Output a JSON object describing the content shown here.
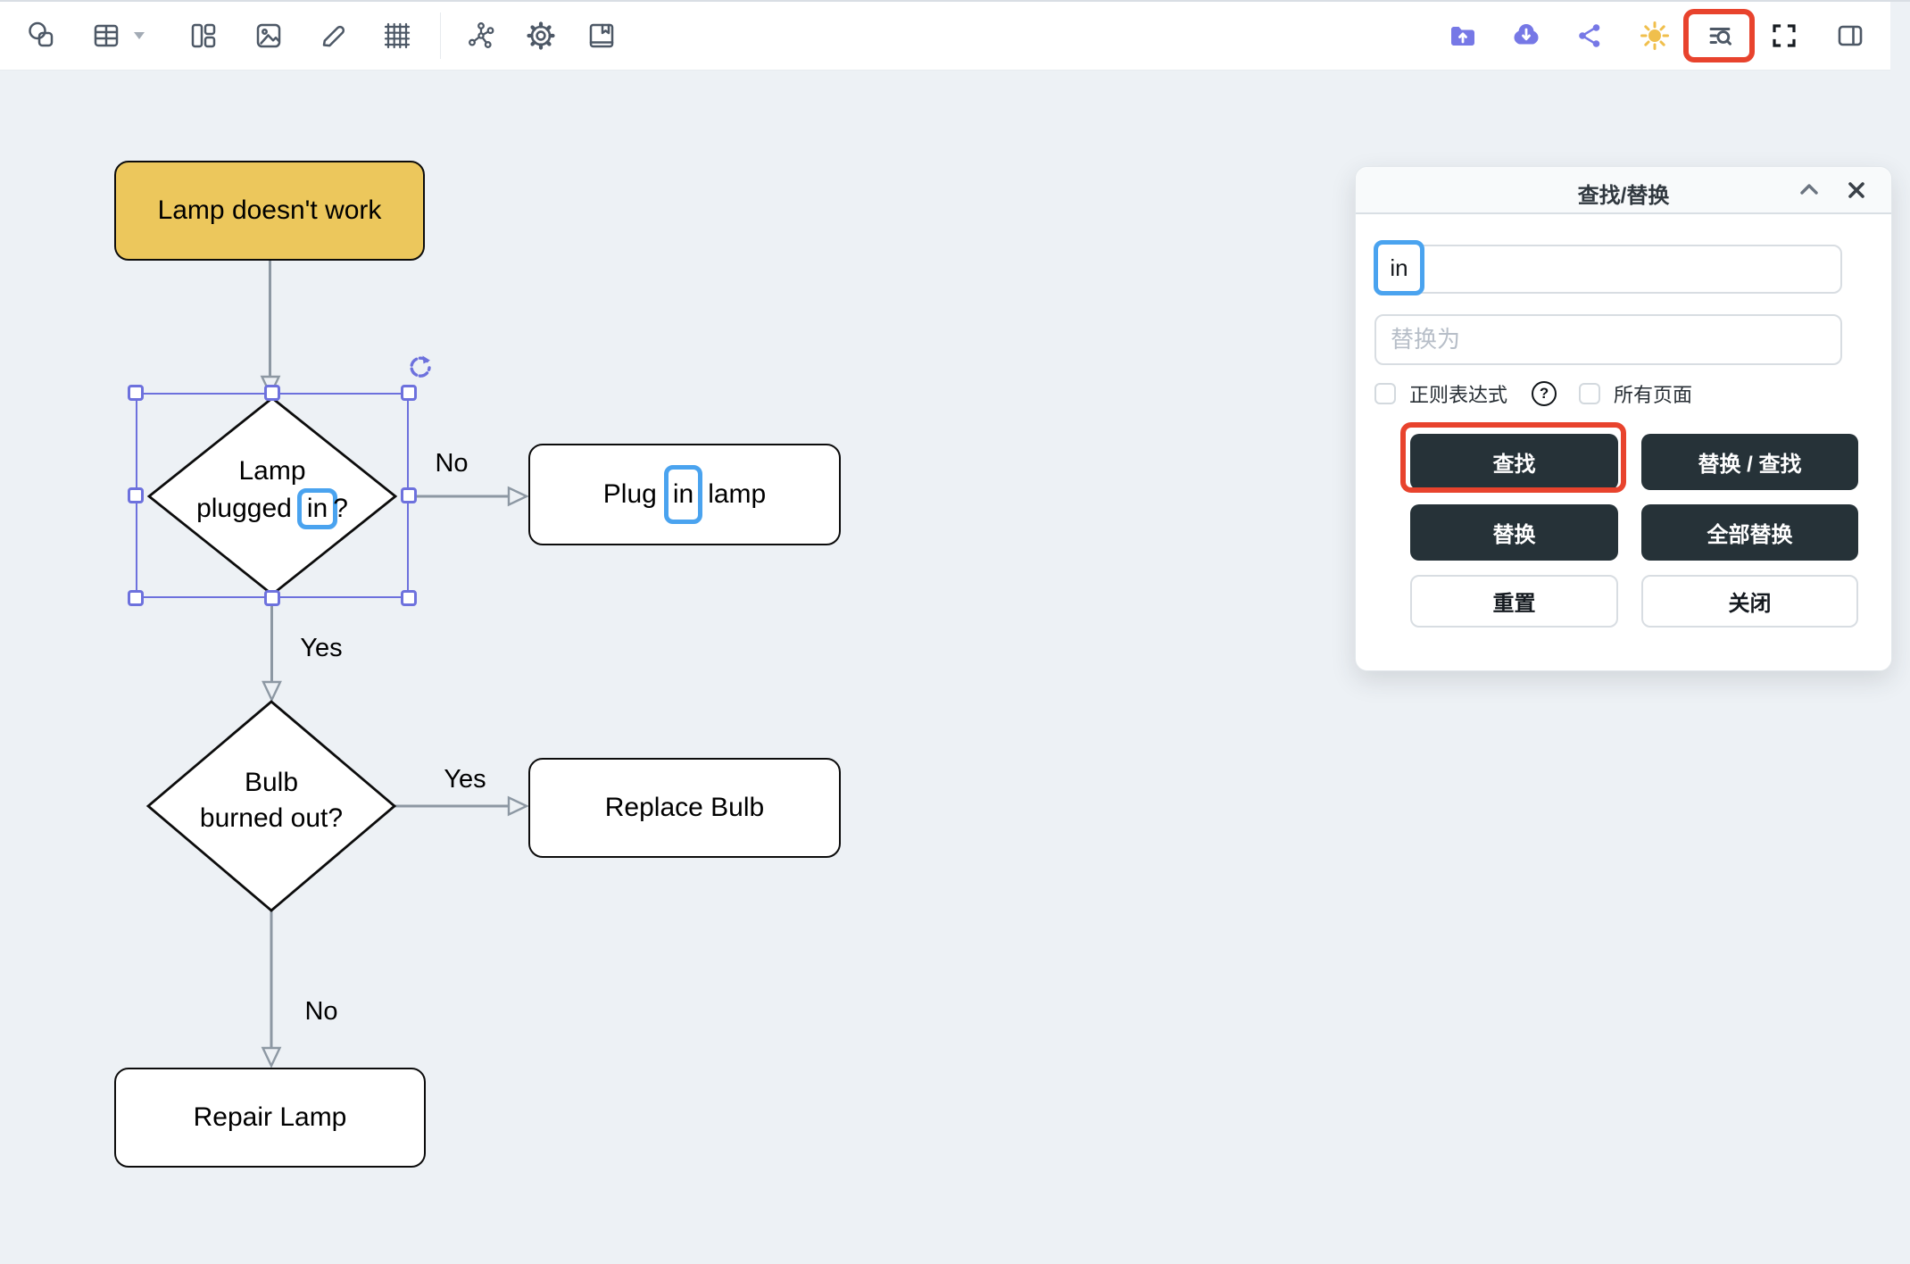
{
  "app": {
    "colors": {
      "accent_red": "#e8432d",
      "match_blue": "#4aa3ef",
      "selection_purple": "#6d71dd",
      "icon_purple": "#7678e6",
      "sun_yellow": "#f0bf4c",
      "dark_button": "#263238",
      "node_yellow": "#ecc75c",
      "connector_gray": "#8d98a3"
    }
  },
  "toolbar": {
    "left_icons": [
      "shapes",
      "table",
      "table-dropdown",
      "layout",
      "image",
      "edit",
      "grid",
      "graph",
      "settings",
      "save"
    ],
    "right_icons": [
      "upload",
      "download",
      "share",
      "theme-sun",
      "find-replace",
      "fullscreen",
      "sidebar-toggle"
    ],
    "highlighted_icon": "find-replace"
  },
  "diagram": {
    "nodes": {
      "start": {
        "label": "Lamp doesn't work"
      },
      "decision1": {
        "line1": "Lamp",
        "line2_pre": "plugged",
        "match": "in",
        "line2_post": "?"
      },
      "plug": {
        "pre": "Plug",
        "match": "in",
        "post": "lamp"
      },
      "decision2": {
        "line1": "Bulb",
        "line2": "burned out?"
      },
      "replace_bulb": {
        "label": "Replace Bulb"
      },
      "repair": {
        "label": "Repair Lamp"
      }
    },
    "edge_labels": {
      "no1": "No",
      "yes1": "Yes",
      "yes2": "Yes",
      "no2": "No"
    }
  },
  "find_panel": {
    "title": "查找/替换",
    "find_value": "in",
    "replace_placeholder": "替换为",
    "regex_label": "正则表达式",
    "help_symbol": "?",
    "all_pages_label": "所有页面",
    "find_button": "查找",
    "replace_find_button": "替换 / 查找",
    "replace_button": "替换",
    "replace_all_button": "全部替换",
    "reset_button": "重置",
    "close_button": "关闭"
  }
}
